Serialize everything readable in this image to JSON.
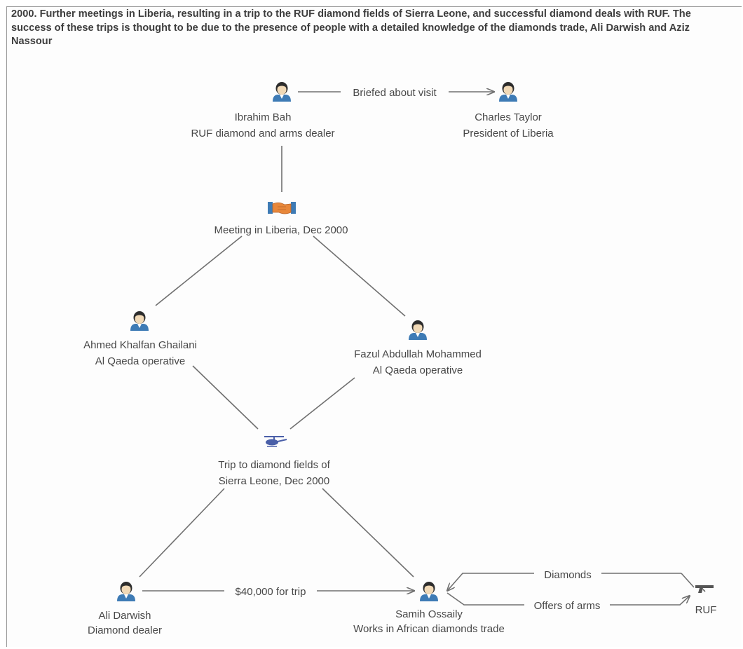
{
  "header": {
    "text": "2000.  Further meetings in Liberia, resulting in a trip to the RUF diamond fields of Sierra Leone, and successful diamond deals with RUF.  The success of these trips is thought to be due to the presence of people with a detailed knowledge of the diamonds trade, Ali Darwish and Aziz Nassour"
  },
  "nodes": {
    "ibrahim": {
      "name": "Ibrahim Bah",
      "role": "RUF diamond and arms dealer",
      "icon": "person-icon"
    },
    "taylor": {
      "name": "Charles Taylor",
      "role": "President of Liberia",
      "icon": "person-icon"
    },
    "meeting": {
      "name": "Meeting in Liberia, Dec 2000",
      "icon": "handshake-icon"
    },
    "ghailani": {
      "name": "Ahmed Khalfan Ghailani",
      "role": "Al Qaeda operative",
      "icon": "person-icon"
    },
    "fazul": {
      "name": "Fazul Abdullah Mohammed",
      "role": "Al Qaeda operative",
      "icon": "person-icon"
    },
    "trip": {
      "name": "Trip to diamond fields of",
      "name2": "Sierra Leone, Dec 2000",
      "icon": "helicopter-icon"
    },
    "darwish": {
      "name": "Ali Darwish",
      "role": "Diamond dealer",
      "icon": "person-icon"
    },
    "ossaily": {
      "name": "Samih Ossaily",
      "role": "Works in African diamonds trade",
      "icon": "person-icon"
    },
    "ruf": {
      "name": "RUF",
      "icon": "gun-icon"
    }
  },
  "edges": {
    "briefed": "Briefed about visit",
    "payment": "$40,000 for trip",
    "diamonds": "Diamonds",
    "arms": "Offers of arms"
  },
  "colors": {
    "line": "#707070",
    "text": "#474747",
    "person_shirt": "#3e7bb5",
    "person_skin": "#f1d9b6",
    "handshake": "#e8873a",
    "helicopter": "#4a5fa8"
  }
}
